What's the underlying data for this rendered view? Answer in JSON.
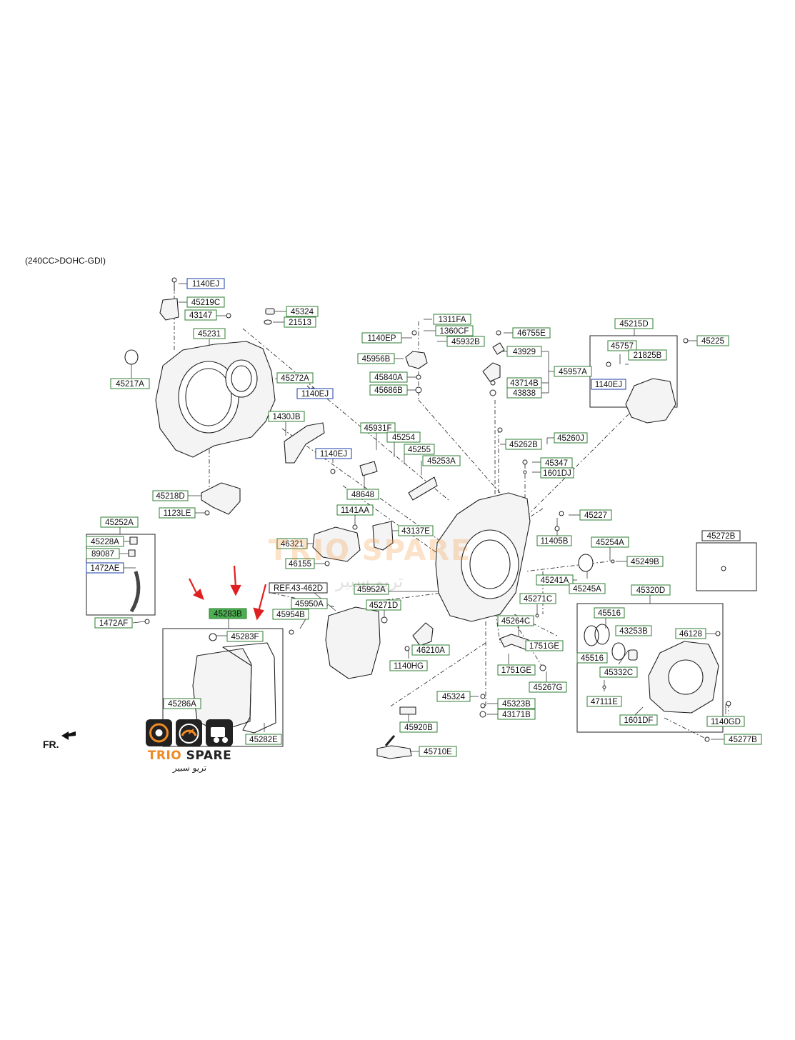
{
  "header": {
    "engine_note": "(240CC>DOHC-GDI)"
  },
  "front_indicator": "FR.",
  "highlighted_part": "45283B",
  "colors": {
    "label_border": "#2e7d32",
    "highlight_fill": "#4caf50",
    "alt_border": "#1a3fa8",
    "arrow": "#e02020",
    "brand_accent": "#f08a24"
  },
  "brand": {
    "name_prefix": "TRIO",
    "name_suffix": " SPARE",
    "arabic": "تريو سبير",
    "watermark": "TRIO SPARE",
    "watermark_ar": "تريو سبير"
  },
  "parts": [
    "1140EJ",
    "45219C",
    "43147",
    "45231",
    "45324",
    "21513",
    "45217A",
    "45272A",
    "1140EJ",
    "1430JB",
    "1140EJ",
    "45218D",
    "1123LE",
    "1311FA",
    "1140EP",
    "1360CF",
    "45932B",
    "45956B",
    "45840A",
    "45686B",
    "46755E",
    "43929",
    "45957A",
    "43714B",
    "43838",
    "45215D",
    "45757",
    "21825B",
    "45225",
    "1140EJ",
    "45931F",
    "45254",
    "45255",
    "45253A",
    "48648",
    "45260J",
    "45262B",
    "45347",
    "1601DJ",
    "1141AA",
    "43137E",
    "46321",
    "46155",
    "45227",
    "11405B",
    "45254A",
    "45249B",
    "45272B",
    "45252A",
    "45228A",
    "89087",
    "1472AE",
    "1472AF",
    "REF.43-462D",
    "45952A",
    "45241A",
    "45245A",
    "45283B",
    "45283F",
    "45950A",
    "45954B",
    "45271D",
    "45271C",
    "45264C",
    "45320D",
    "45516",
    "45516",
    "43253B",
    "46128",
    "45332C",
    "47111E",
    "1601DF",
    "1140GD",
    "45277B",
    "46210A",
    "1140HG",
    "1751GE",
    "1751GE",
    "45267G",
    "45324",
    "45323B",
    "43171B",
    "45920B",
    "45710E",
    "45286A",
    "45282E"
  ]
}
